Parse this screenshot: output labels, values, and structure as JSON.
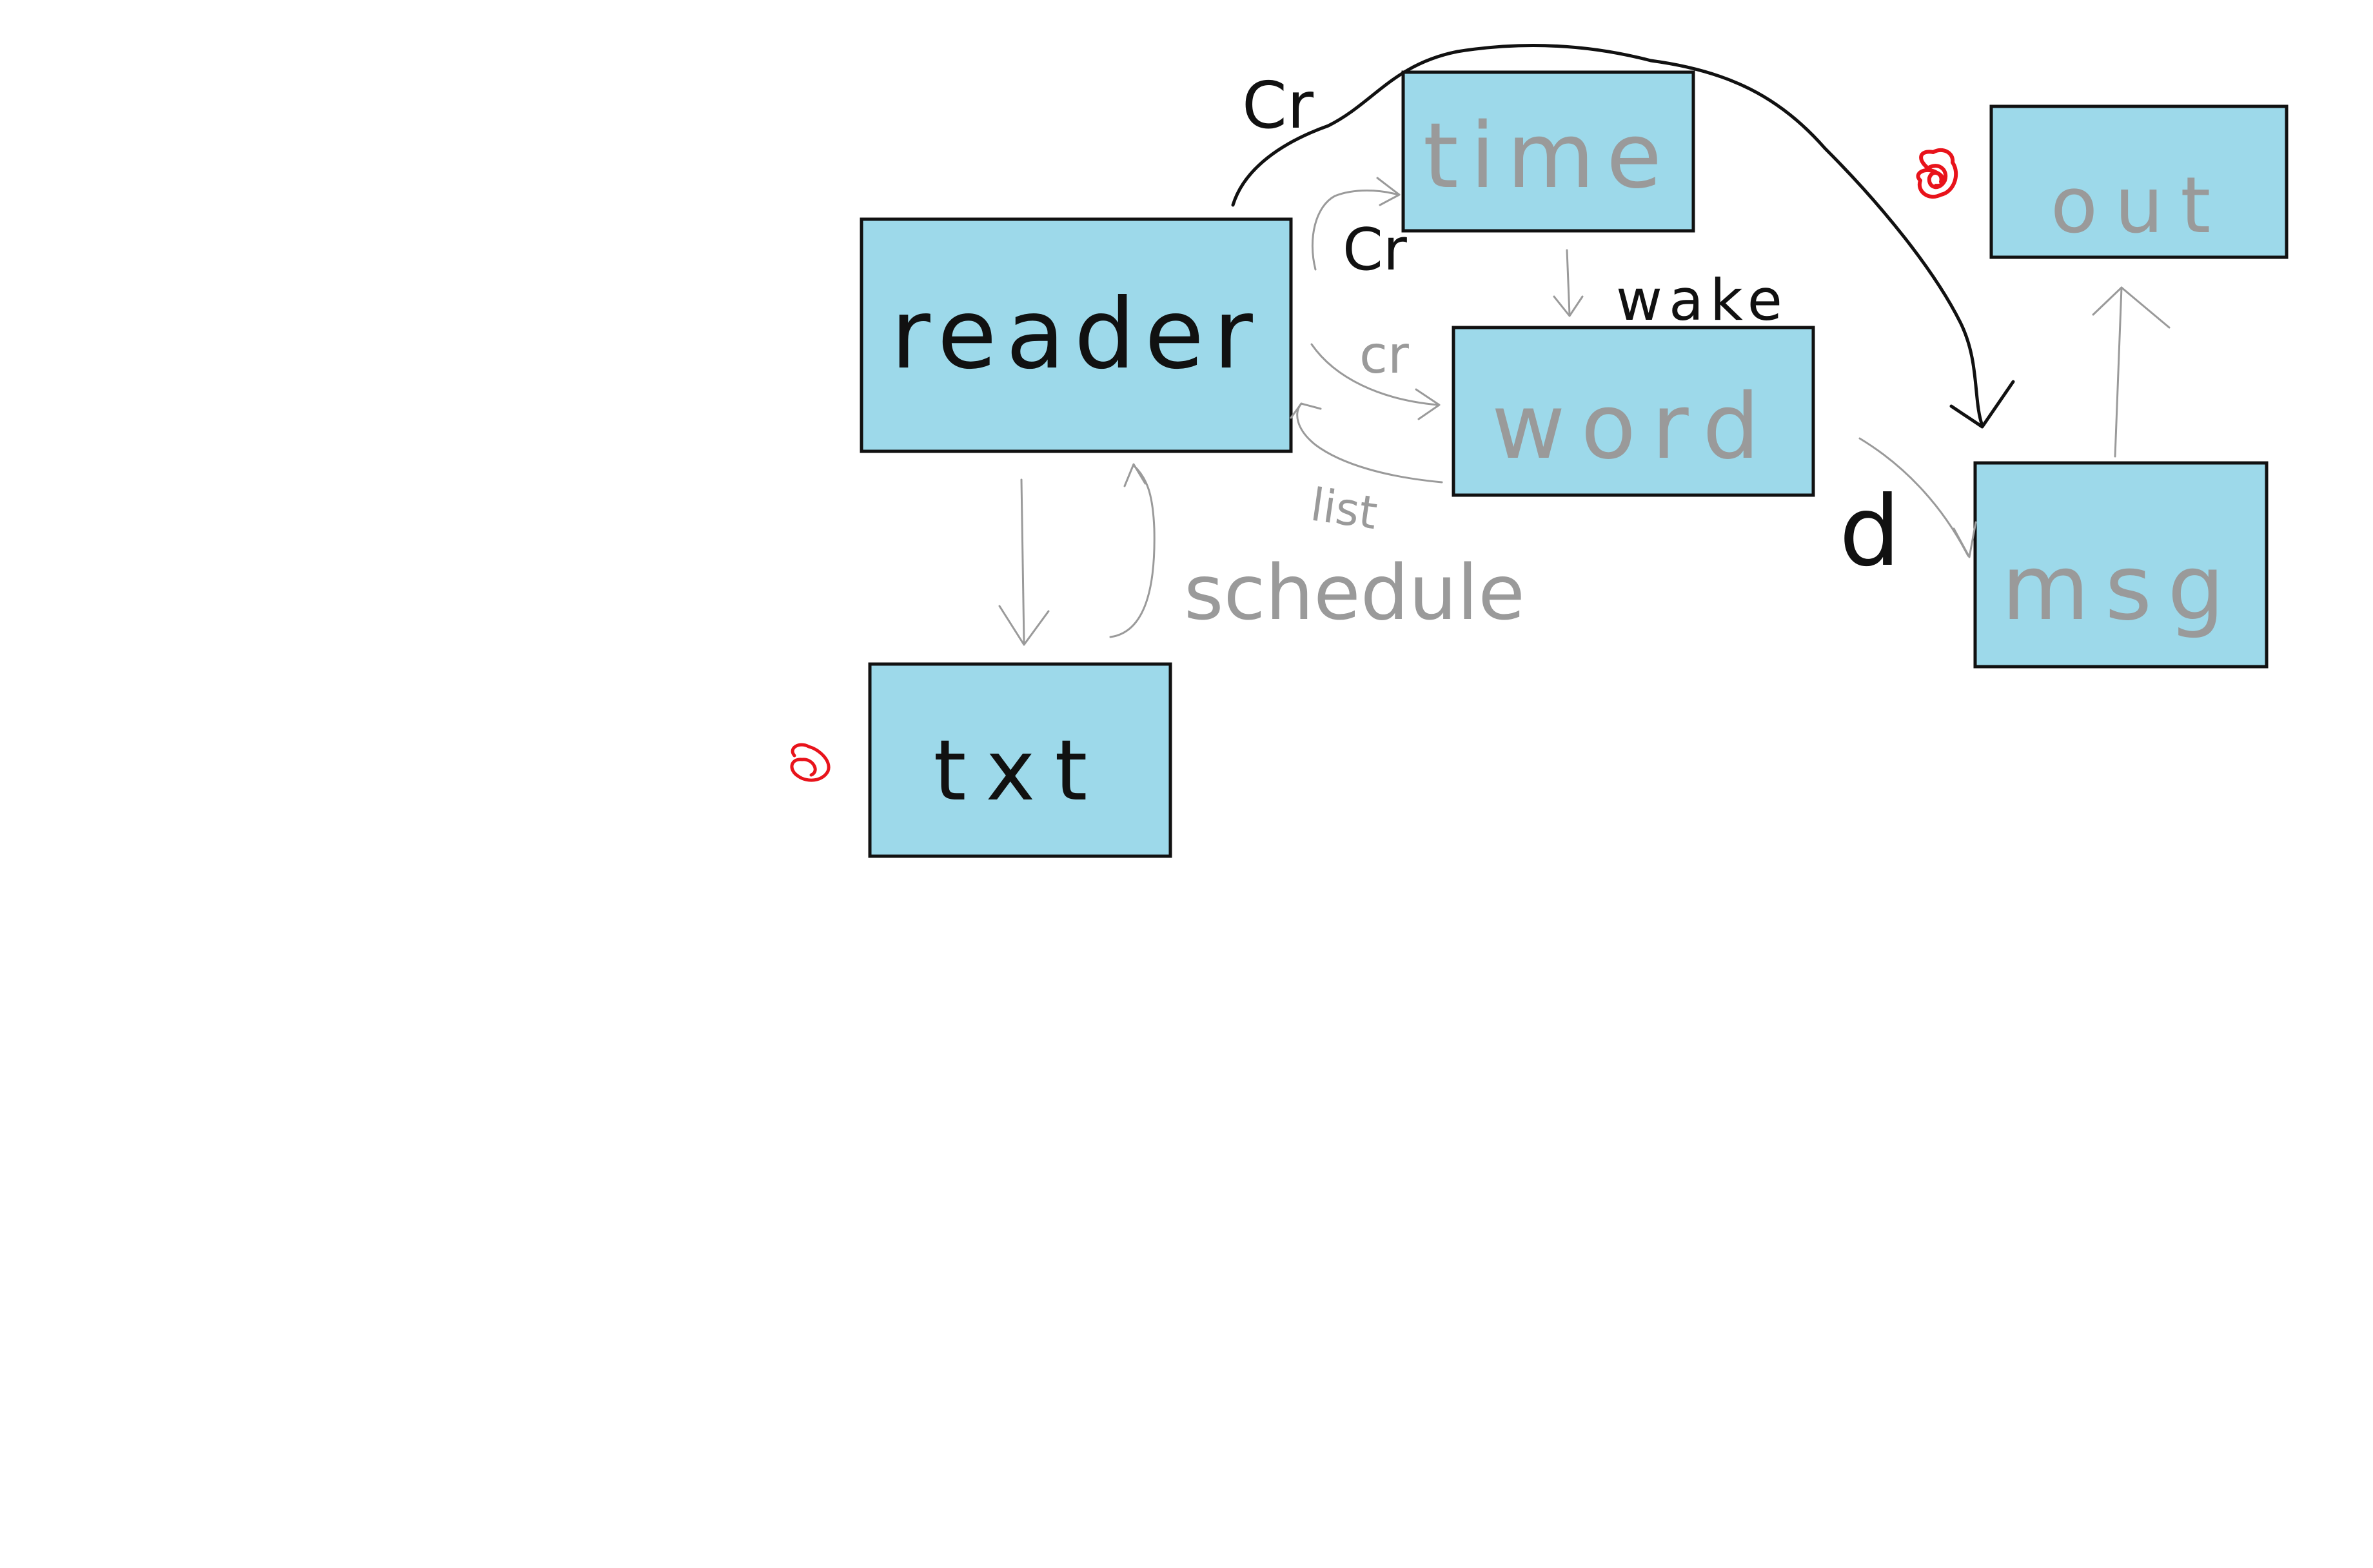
{
  "colors": {
    "background": "#ffffff",
    "box_fill": "#9dd9ea",
    "box_stroke": "#111111",
    "ink_black": "#111111",
    "ink_gray": "#9a9a9a",
    "ink_red": "#e8131b"
  },
  "nodes": {
    "reader": "reader",
    "time": "time",
    "word": "word",
    "out": "out",
    "msg": "msg",
    "txt": "txt"
  },
  "edge_labels": {
    "cr_top": "Cr",
    "cr_time": "Cr",
    "cr_word": "cr",
    "list": "list",
    "schedule": "schedule",
    "wake": "wake",
    "d": "d"
  }
}
